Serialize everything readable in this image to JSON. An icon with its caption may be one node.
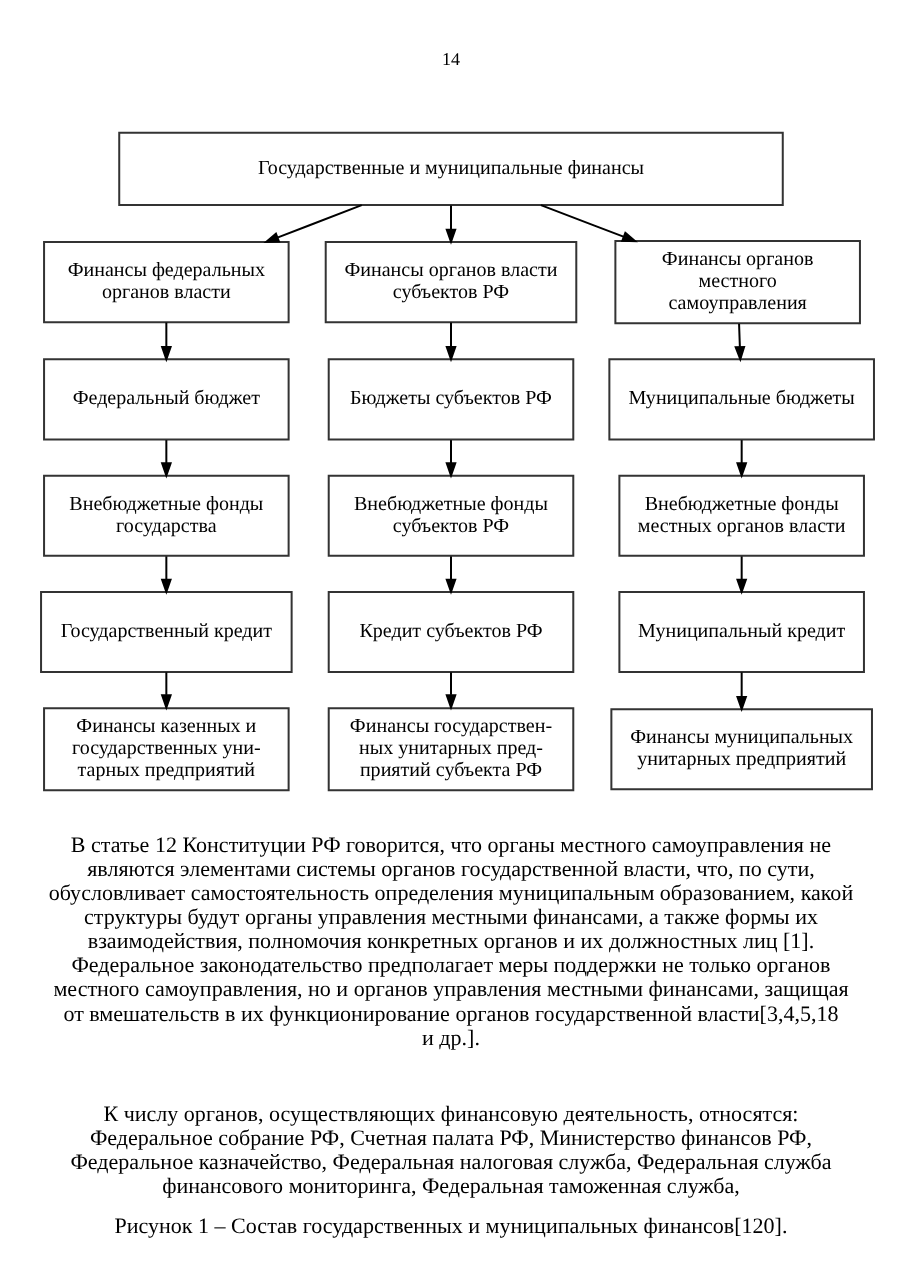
{
  "diagram": {
    "caption": "Рисунок 1 – Состав государственных и муниципальных финансов[120].",
    "nodes": [
      {
        "text": [
          "Государственные и муниципальные финансы"
        ]
      },
      {
        "text": [
          "Финансы федеральных органов власти"
        ]
      },
      {
        "text": [
          "Финансы органов власти субъектов РФ"
        ]
      },
      {
        "text": [
          "Финансы органов местного самоуправления"
        ]
      },
      {
        "text": [
          "Федеральный бюджет"
        ]
      },
      {
        "text": [
          "Бюджеты субъектов РФ"
        ]
      },
      {
        "text": [
          "Муниципальные бюджеты"
        ]
      },
      {
        "text": [
          "Внебюджетные фонды государства"
        ]
      },
      {
        "text": [
          "Внебюджетные фонды субъектов РФ"
        ]
      },
      {
        "text": [
          "Внебюджетные фонды местных органов власти"
        ]
      },
      {
        "text": [
          "Государственный кредит"
        ]
      },
      {
        "text": [
          "Кредит субъектов РФ"
        ]
      },
      {
        "text": [
          "Муниципальный кредит"
        ]
      },
      {
        "text": [
          "Финансы казенных и государственных уни- тарных предприятий"
        ]
      },
      {
        "text": [
          "Финансы государствен- ных унитарных пред- приятий субъекта РФ"
        ]
      },
      {
        "text": [
          "Финансы муниципальных унитарных предприятий"
        ]
      }
    ],
    "edges": [
      {
        "from": 0,
        "to": 1,
        "arrow": "to"
      },
      {
        "from": 0,
        "to": 2,
        "arrow": "to"
      },
      {
        "from": 0,
        "to": 3,
        "arrow": "to"
      },
      {
        "from": 1,
        "to": 4,
        "arrow": "to"
      },
      {
        "from": 2,
        "to": 5,
        "arrow": "to"
      },
      {
        "from": 3,
        "to": 6,
        "arrow": "to"
      },
      {
        "from": 4,
        "to": 7,
        "arrow": "to"
      },
      {
        "from": 5,
        "to": 8,
        "arrow": "to"
      },
      {
        "from": 6,
        "to": 9,
        "arrow": "to"
      },
      {
        "from": 7,
        "to": 10,
        "arrow": "to"
      },
      {
        "from": 8,
        "to": 11,
        "arrow": "to"
      },
      {
        "from": 9,
        "to": 12,
        "arrow": "to"
      },
      {
        "from": 10,
        "to": 13,
        "arrow": "to"
      },
      {
        "from": 11,
        "to": 14,
        "arrow": "to"
      },
      {
        "from": 12,
        "to": 15,
        "arrow": "to"
      }
    ],
    "labels": [
      "14",
      "В статье 12 Конституции РФ говорится, что органы местного самоуправления не являются элементами системы органов государственной власти, что, по сути, обусловливает самостоятельность определения муниципальным образованием, какой структуры будут органы управления местными финансами, а также формы их взаимодействия, полномочия конкретных органов и их должностных лиц [1]. Федеральное законодательство предполагает меры поддержки не только органов местного самоуправления, но и органов управления местными финансами, защищая от вмешательств в их функционирование органов государственной власти[3,4,5,18 и др.].",
      "К числу органов, осуществляющих финансовую деятельность, относятся: Федеральное собрание РФ, Счетная палата РФ, Министерство финансов РФ, Федеральное казначейство, Федеральная налоговая служба, Федеральная служба финансового мониторинга, Федеральная таможенная служба,"
    ]
  }
}
